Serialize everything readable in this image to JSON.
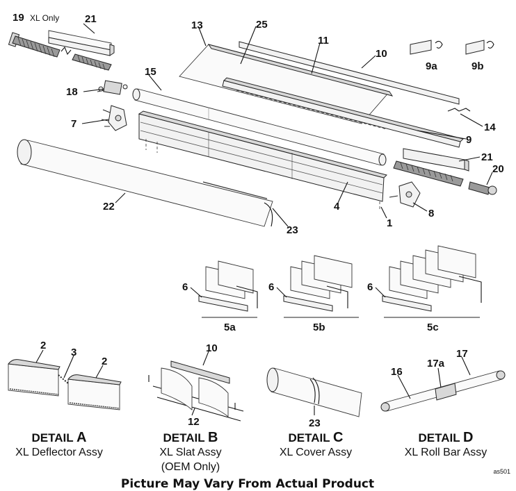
{
  "callouts": {
    "c19": "19",
    "xl_only": "XL Only",
    "c21a": "21",
    "c13": "13",
    "c25": "25",
    "c11": "11",
    "c10": "10",
    "c9a": "9a",
    "c9b": "9b",
    "c15": "15",
    "c18": "18",
    "c7": "7",
    "c14": "14",
    "c9": "9",
    "c21b": "21",
    "c20": "20",
    "c22": "22",
    "c4": "4",
    "c8": "8",
    "c1": "1",
    "c23": "23",
    "c6a": "6",
    "c6b": "6",
    "c6c": "6",
    "c5a": "5a",
    "c5b": "5b",
    "c5c": "5c",
    "dA2a": "2",
    "dA3": "3",
    "dA2b": "2",
    "dB10": "10",
    "dB12": "12",
    "dC23": "23",
    "dD16": "16",
    "dD17a": "17a",
    "dD17": "17"
  },
  "details": {
    "a": {
      "title_word": "DETAIL",
      "letter": "A",
      "subtitle": "XL Deflector Assy"
    },
    "b": {
      "title_word": "DETAIL",
      "letter": "B",
      "subtitle": "XL Slat Assy",
      "note": "(OEM Only)"
    },
    "c": {
      "title_word": "DETAIL",
      "letter": "C",
      "subtitle": "XL Cover Assy"
    },
    "d": {
      "title_word": "DETAIL",
      "letter": "D",
      "subtitle": "XL Roll Bar Assy"
    }
  },
  "drawing_code": "as501",
  "footer": "Picture May Vary From Actual Product"
}
